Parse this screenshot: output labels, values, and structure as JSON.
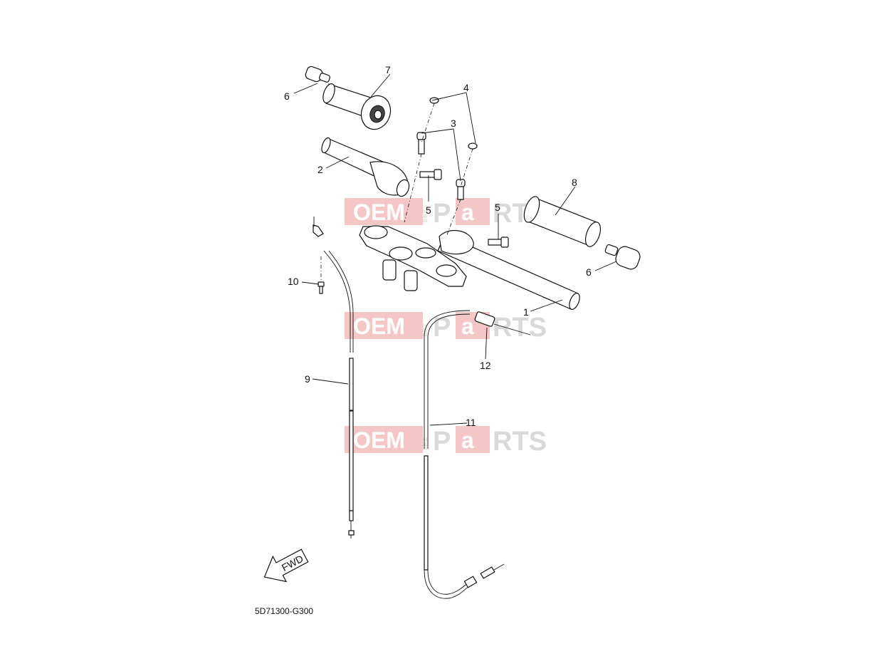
{
  "diagram": {
    "code": "5D71300-G300",
    "direction_label": "FWD",
    "callouts": [
      "1",
      "2",
      "3",
      "3",
      "4",
      "4",
      "5",
      "5",
      "6",
      "6",
      "7",
      "8",
      "9",
      "10",
      "11",
      "12"
    ],
    "watermark": {
      "left": "OEM",
      "vertical": "BIKE",
      "right_a": "P",
      "right_b": "a",
      "right_c": "RTS"
    }
  }
}
